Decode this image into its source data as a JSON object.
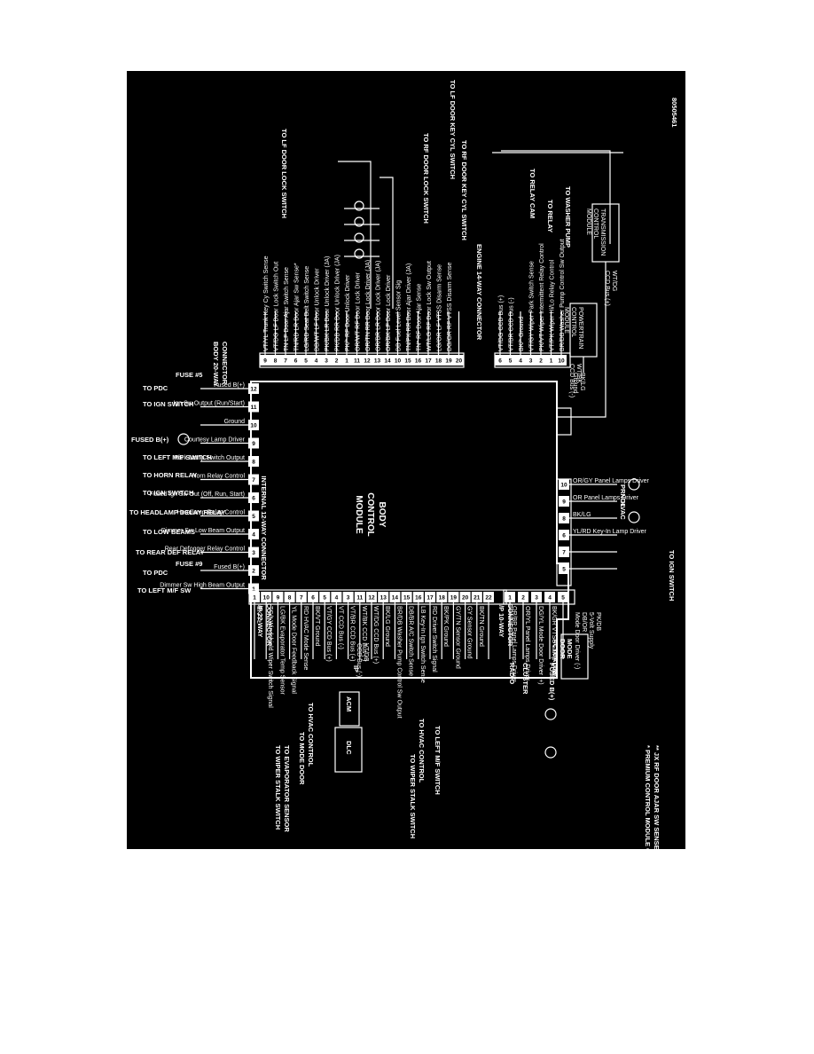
{
  "diagram": {
    "code": "80505461",
    "module_title": [
      "BODY",
      "CONTROL",
      "MODULE"
    ],
    "internal_connector": "INTERNAL 12-WAY CONNECTOR",
    "connectors": {
      "body20": [
        "BODY 20-WAY",
        "CONNECTOR"
      ],
      "ip22": [
        "I/P 22-WAY",
        "CONNECTOR"
      ],
      "ip10": [
        "I/P 10-WAY",
        "CONNECTOR"
      ],
      "engine14": "ENGINE 14-WAY CONNECTOR"
    },
    "left_destinations": [
      {
        "text": "TO PDC"
      },
      {
        "text": "TO IGN SWITCH"
      },
      {
        "text": "FUSED B(+)"
      },
      {
        "text": "TO LEFT M/F SWITCH"
      },
      {
        "text": "TO HORN RELAY"
      },
      {
        "text": "TO IGN SWITCH"
      },
      {
        "text": "TO HEADLAMP DELAY RELAY"
      },
      {
        "text": "TO LOW BEAMS"
      },
      {
        "text": "TO REAR DEF RELAY"
      },
      {
        "text": "TO PDC"
      },
      {
        "text": "TO LEFT M/F SW"
      }
    ],
    "fuses": {
      "f5": "FUSE #5",
      "f9": "FUSE #9"
    },
    "internal_pins": [
      {
        "num": "12",
        "label": "Fused B(+)"
      },
      {
        "num": "11",
        "label": "Ign Sw Output (Run/Start)"
      },
      {
        "num": "10",
        "label": "Ground"
      },
      {
        "num": "9",
        "label": "Courtesy Lamp Driver"
      },
      {
        "num": "8",
        "label": "Park Lamp Switch Output"
      },
      {
        "num": "7",
        "label": "Horn Relay Control"
      },
      {
        "num": "6",
        "label": "Fused Ign Sw Out (Off, Run, Start)"
      },
      {
        "num": "5",
        "label": "Headlamp Relay Control"
      },
      {
        "num": "4",
        "label": "Dimmer Sw Low Beam Output"
      },
      {
        "num": "3",
        "label": "Rear Defogger Relay Control"
      },
      {
        "num": "2",
        "label": "Fused B(+)"
      },
      {
        "num": "1",
        "label": "Dimmer Sw High Beam Output"
      }
    ],
    "body_pins": [
      {
        "num": "9",
        "label": "VT/YL Trunk Key Cy Switch Sense"
      },
      {
        "num": "8",
        "label": "VT/DG LF Door Lock Switch Out"
      },
      {
        "num": "7",
        "label": "TN LF Door Ajar Switch Sense"
      },
      {
        "num": "6",
        "label": "TN/RD LR Door Ajar Sw Sense*"
      },
      {
        "num": "5",
        "label": "LG/RD Seat Belt Switch Sense"
      },
      {
        "num": "4",
        "label": "DB/WT LF Door Unlock Driver"
      },
      {
        "num": "3",
        "label": "PK/BK LR Door Unlock Driver (JA)"
      },
      {
        "num": "2",
        "label": "PK/DB RR Door Unlock Driver (JA)"
      },
      {
        "num": "1",
        "label": "PK/* RF Door Unlock Driver"
      },
      {
        "num": "11",
        "label": "OR/WT RF Door Lock Driver"
      },
      {
        "num": "12",
        "label": "OR/TN RR Door Lock Driver (JA)"
      },
      {
        "num": "13",
        "label": "OR/BR LR Door Lock Driver (JA)"
      },
      {
        "num": "14",
        "label": "OR/BK LF Door Lock Driver"
      },
      {
        "num": "10",
        "label": "DB Fuel Level Sensor Sig"
      },
      {
        "num": "15",
        "label": "TN/PK RR Door Ajar Driver (JA)"
      },
      {
        "num": "16",
        "label": "TN* RF Door Ajar Sense"
      },
      {
        "num": "17",
        "label": "WT/LG RF Door Lock Sw Output"
      },
      {
        "num": "18",
        "label": "LG/OR LF VTSS Disarm Sense"
      },
      {
        "num": "19",
        "label": "DG/OR RF VTSS Disarm Sense"
      },
      {
        "num": "20",
        "label": ""
      }
    ],
    "top_destinations": [
      {
        "text": "TO LF DOOR LOCK SWITCH"
      },
      {
        "text": "TO RF DOOR LOCK SWITCH"
      },
      {
        "text": "TO LF DOOR KEY CYL SWITCH"
      },
      {
        "text": "TO RF DOOR KEY CYL SWITCH"
      }
    ],
    "engine_pins": [
      {
        "num": "6",
        "label": "VT/DG CCD Bus (+)"
      },
      {
        "num": "5",
        "label": "VT/BR CCD Bus (-)"
      },
      {
        "num": "4",
        "label": "BK/* Ground"
      },
      {
        "num": "3",
        "label": "VT/GY Wiper Park Switch Sense"
      },
      {
        "num": "2",
        "label": "PK/VT Wiper Intermittent Relay Control"
      },
      {
        "num": "1",
        "label": "VT/PK Wiper Hi/Lo Relay Control"
      },
      {
        "num": "10",
        "label": "BR/DB Washer Pump Control Sw Output"
      }
    ],
    "right_destinations": [
      {
        "text": "TO RELAY CAM"
      },
      {
        "text": "TO RELAY"
      },
      {
        "text": "TO WASHER PUMP"
      }
    ],
    "modules": {
      "tcm": [
        "TRANSMISSION",
        "CONTROL",
        "MODULE"
      ],
      "pcm": [
        "POWERTRAIN",
        "CONTROL",
        "MODULE"
      ],
      "pcm_wire": [
        "WT/BK",
        "CCD Bus (-)"
      ],
      "tcm_wire": [
        "WT/DG",
        "CCD Bus (+)"
      ]
    },
    "ground_labels": {
      "bklg": "BK/LG",
      "ground": "Ground"
    },
    "bottom_pins": [
      {
        "num": "10",
        "label": "OR/GY Panel Lamps Driver",
        "dest": "PRNDL"
      },
      {
        "num": "9",
        "label": "OR Panel Lamps Driver",
        "dest": "HVAC"
      },
      {
        "num": "8",
        "label": "BK/LG"
      },
      {
        "num": "6",
        "label": "YL/RD Key-In Lamp Driver"
      },
      {
        "num": "7",
        "label": ""
      },
      {
        "num": "5",
        "label": ""
      }
    ],
    "to_ign_switch": "TO IGN SWITCH",
    "ip22_pins": [
      {
        "num": "1",
        "label": "BK/YL"
      },
      {
        "num": "10",
        "label": "TG/* Windshield Wiper Switch Signal"
      },
      {
        "num": "9",
        "label": "LG/BK Evaporator Temp Sensor"
      },
      {
        "num": "8",
        "label": "YL Mode Door Feedback Signal"
      },
      {
        "num": "7",
        "label": "RD HVAC Mode Sense"
      },
      {
        "num": "6",
        "label": "BK/VT Ground"
      },
      {
        "num": "5",
        "label": "VT/GY CCD Bus (+)"
      },
      {
        "num": "4",
        "label": "VT CCD Bus (-)"
      },
      {
        "num": "3",
        "label": "VT/BR CCD Bus (+)"
      },
      {
        "num": "11",
        "label": "WT/BK CCD Bus (-)"
      },
      {
        "num": "12",
        "label": "WT/DG CCD Bus (+)"
      },
      {
        "num": "13",
        "label": "BK/LG Ground"
      },
      {
        "num": "14",
        "label": "BR/DB Washer Pump Control Sw Output"
      },
      {
        "num": "15",
        "label": "DB/BR A/C Switch Sense"
      },
      {
        "num": "16",
        "label": "LB Key-In Ign Switch Sense"
      },
      {
        "num": "17",
        "label": "RD Driver Switch Signal"
      },
      {
        "num": "18",
        "label": "BK/PK Ground"
      },
      {
        "num": "19",
        "label": "GY/TN Sensor Ground"
      },
      {
        "num": "20",
        "label": "GY Sensor Ground"
      },
      {
        "num": "21",
        "label": "BK/TN Ground"
      },
      {
        "num": "22",
        "label": ""
      }
    ],
    "ip22_extra": {
      "vt_db": [
        "VT/DB",
        "CCD Bus (-)"
      ],
      "ip": "IP",
      "acm": "ACM",
      "dlc": "DLC"
    },
    "bottom_left_destinations": [
      {
        "text": "TO WIPER STALK SWITCH"
      },
      {
        "text": "TO EVAPORATOR SENSOR"
      },
      {
        "text": "TO MODE DOOR"
      },
      {
        "text": "TO HVAC CONTROL"
      },
      {
        "text": "TO WIPER STALK SWITCH"
      },
      {
        "text": "TO HVAC CONTROL"
      },
      {
        "text": "TO LEFT M/F SWITCH"
      }
    ],
    "ip10_pins": [
      {
        "num": "1",
        "label": "OR/BR Panel Lamps Driver",
        "dest": "RADIO"
      },
      {
        "num": "2",
        "label": "OR/YL Panel Lamps Driver",
        "dest": "CLUSTER"
      },
      {
        "num": "3",
        "label": "DG/YL Mode Door Driver (+)"
      },
      {
        "num": "4",
        "label": "BK/GR VTSS Lamp Driver",
        "dest": "FUSED B(+)"
      },
      {
        "num": "5",
        "label": ""
      }
    ],
    "mode_door_actuator": [
      "MODE",
      "DOOR",
      "ACTUATOR"
    ],
    "ip10_supply": [
      "PK/DB",
      "5-Volt Supply",
      "DB/OR",
      "Mode Door Driver (-)"
    ],
    "footnotes": [
      "* PREMIUM CONTROL MODULE ONLY",
      "** JX RF DOOR AJAR SW SENSE (SBCM)"
    ]
  }
}
